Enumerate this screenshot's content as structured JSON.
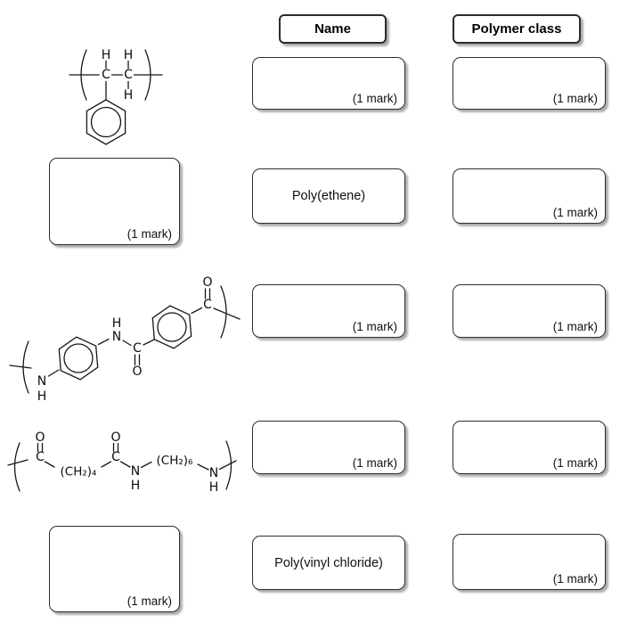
{
  "headers": {
    "name": "Name",
    "polymer_class": "Polymer class"
  },
  "rows": [
    {
      "left": {
        "type": "structure",
        "structure": "polystyrene"
      },
      "name": {
        "text": "",
        "mark": "(1 mark)"
      },
      "polymer_class": {
        "text": "",
        "mark": "(1 mark)"
      }
    },
    {
      "left": {
        "type": "answer-box",
        "mark": "(1 mark)"
      },
      "name": {
        "text": "Poly(ethene)",
        "mark": ""
      },
      "polymer_class": {
        "text": "",
        "mark": "(1 mark)"
      }
    },
    {
      "left": {
        "type": "structure",
        "structure": "aramid"
      },
      "name": {
        "text": "",
        "mark": "(1 mark)"
      },
      "polymer_class": {
        "text": "",
        "mark": "(1 mark)"
      }
    },
    {
      "left": {
        "type": "structure",
        "structure": "nylon"
      },
      "name": {
        "text": "",
        "mark": "(1 mark)"
      },
      "polymer_class": {
        "text": "",
        "mark": "(1 mark)"
      }
    },
    {
      "left": {
        "type": "answer-box",
        "mark": "(1 mark)"
      },
      "name": {
        "text": "Poly(vinyl chloride)",
        "mark": ""
      },
      "polymer_class": {
        "text": "",
        "mark": "(1 mark)"
      }
    }
  ],
  "structures": {
    "polystyrene": {
      "labels": {
        "h_top_left": "H",
        "h_top_right": "H",
        "c_left": "C",
        "c_right": "C",
        "h_bottom": "H"
      }
    },
    "aramid": {
      "labels": {
        "n_left": "N",
        "h_left": "H",
        "h_mid": "H",
        "n_mid": "N",
        "c_mid": "C",
        "o_mid": "O",
        "c_right": "C",
        "o_right": "O"
      }
    },
    "nylon": {
      "labels": {
        "o1": "O",
        "c1": "C",
        "ch2_4": "(CH₂)₄",
        "o2": "O",
        "c2": "C",
        "n1": "N",
        "h1": "H",
        "ch2_6": "(CH₂)₆",
        "n2": "N",
        "h2": "H"
      }
    }
  },
  "colors": {
    "line": "#161616",
    "box_border": "#2e2e2e",
    "background": "#ffffff"
  }
}
